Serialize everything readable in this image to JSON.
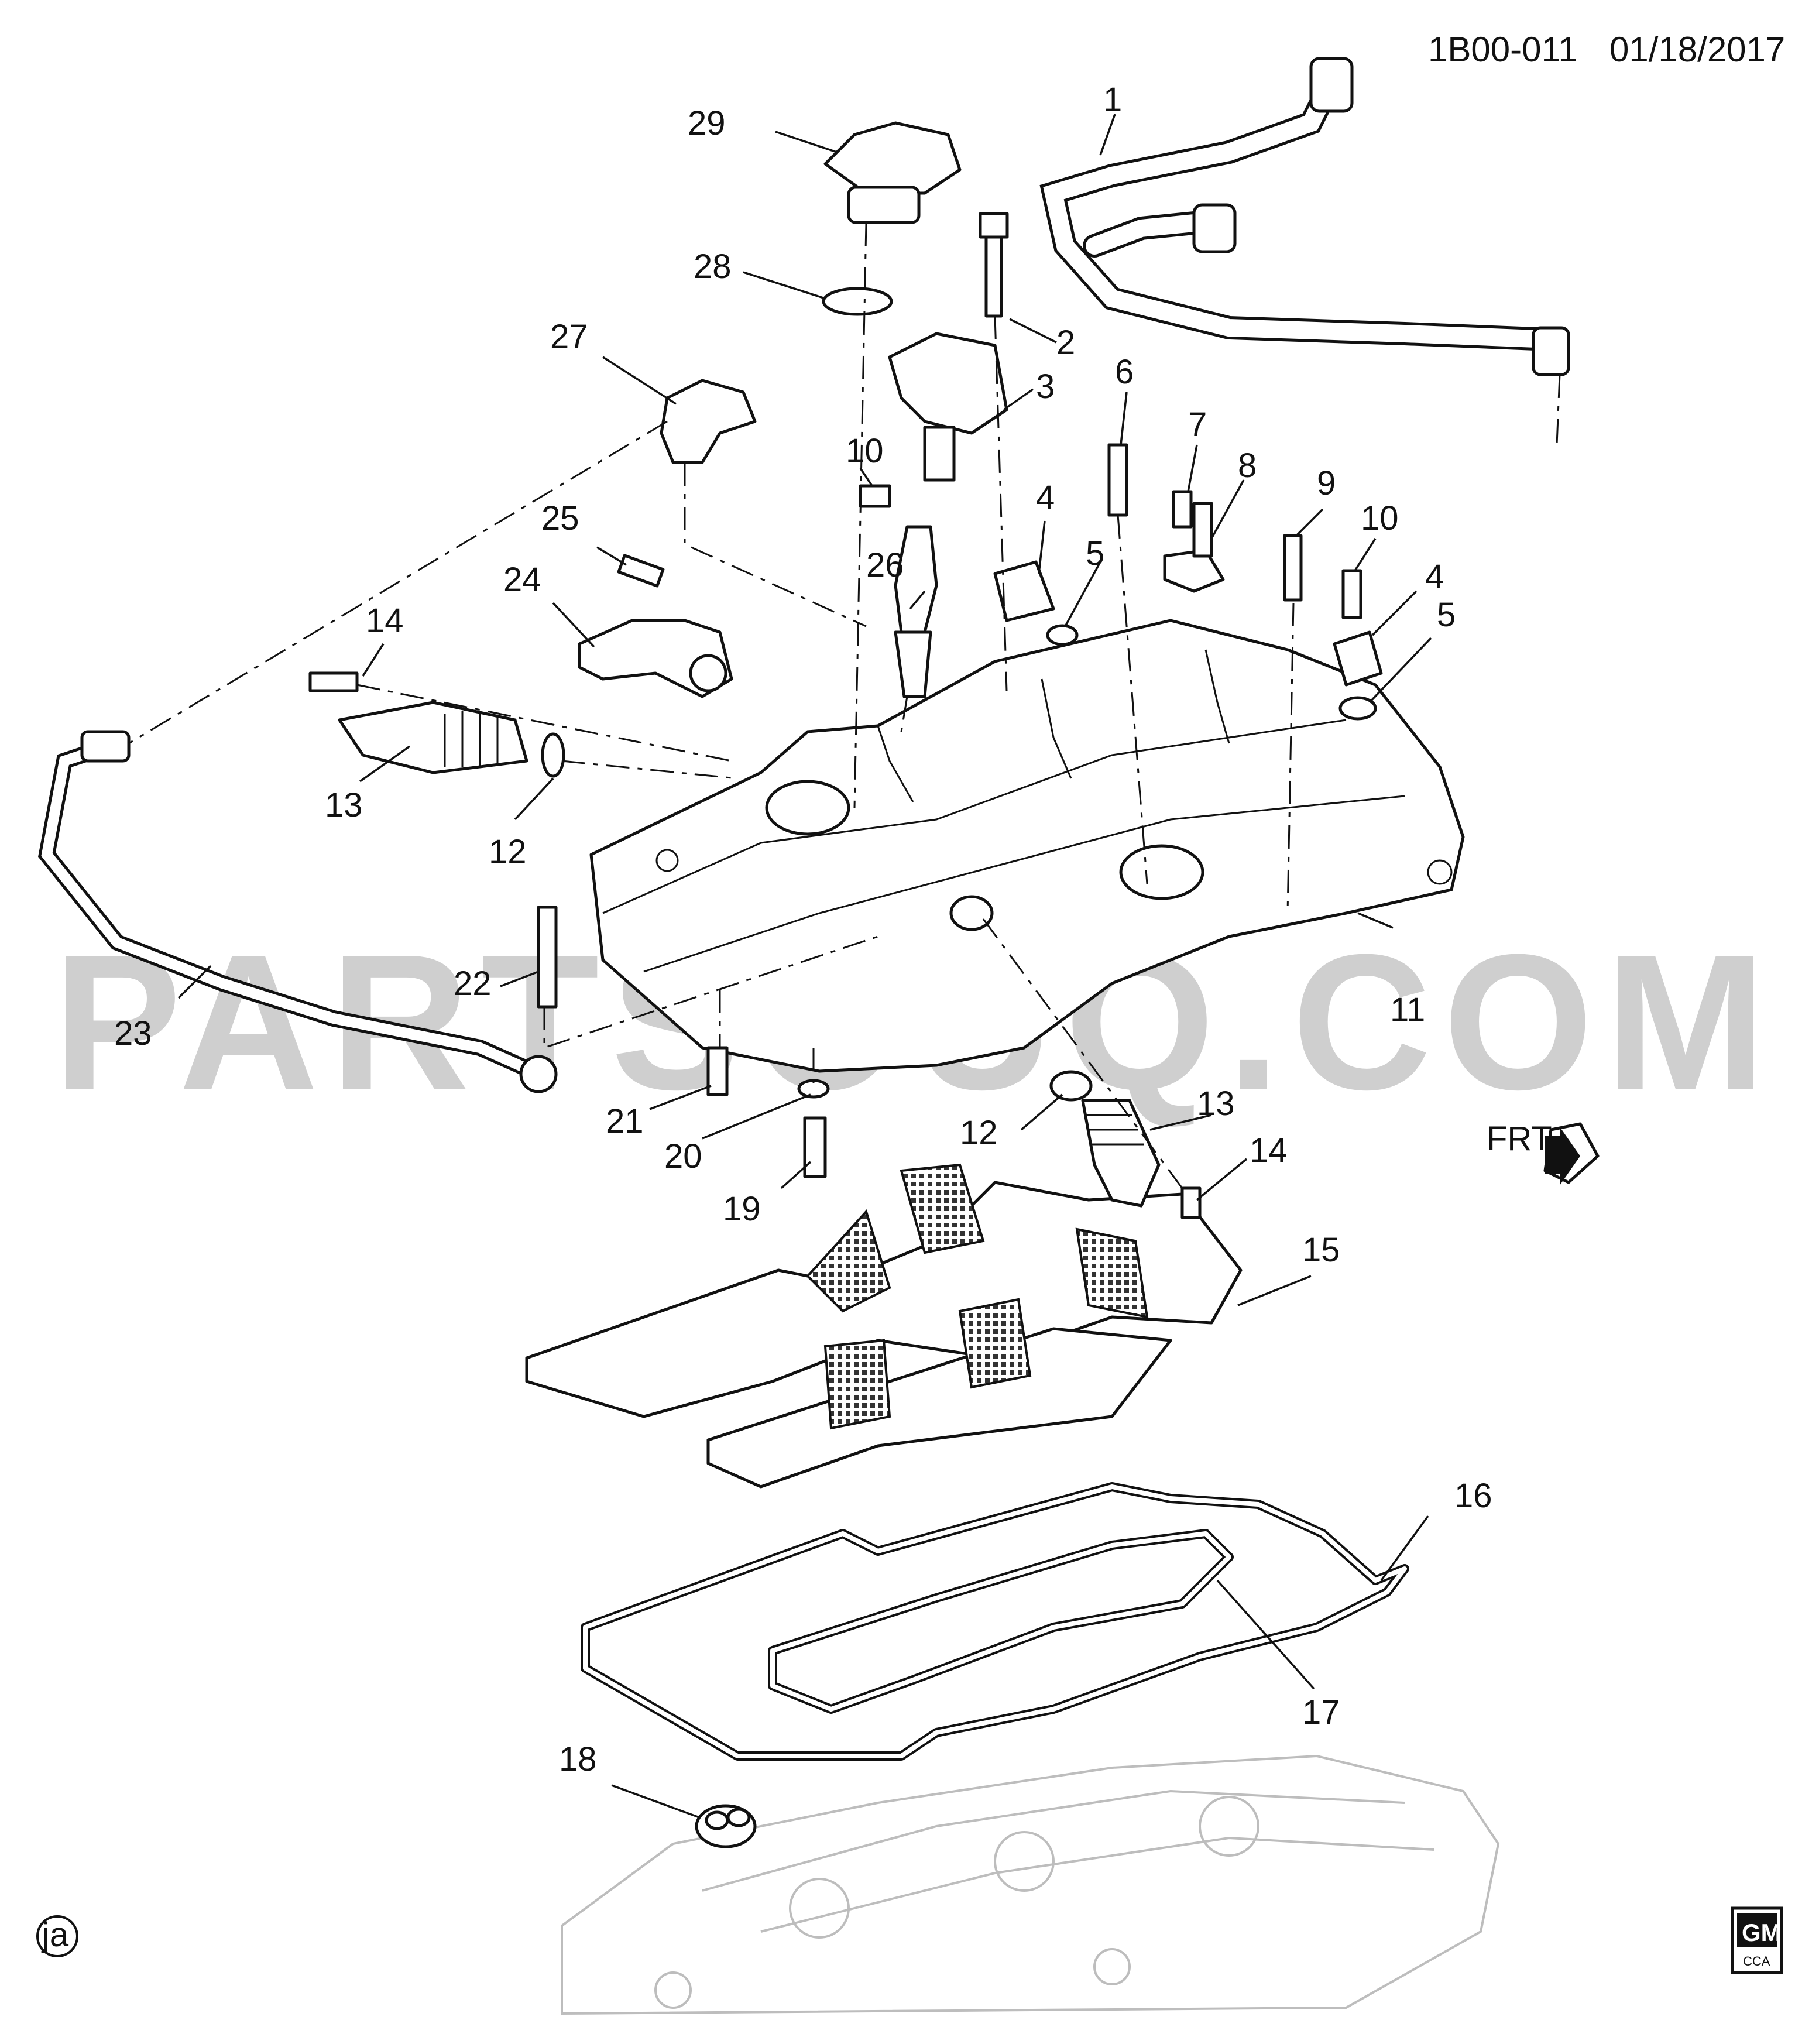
{
  "header": {
    "diagram_id": "1B00-011",
    "date": "01/18/2017"
  },
  "watermark": "PARTSOUQ.COM",
  "front_marker": "FRT",
  "corner_mark": "ja",
  "logo": {
    "text": "GM",
    "subtext": "CCA"
  },
  "callouts": [
    {
      "id": "c1",
      "text": "1"
    },
    {
      "id": "c2",
      "text": "2"
    },
    {
      "id": "c3",
      "text": "3"
    },
    {
      "id": "c4a",
      "text": "4"
    },
    {
      "id": "c4b",
      "text": "4"
    },
    {
      "id": "c5a",
      "text": "5"
    },
    {
      "id": "c5b",
      "text": "5"
    },
    {
      "id": "c6",
      "text": "6"
    },
    {
      "id": "c7",
      "text": "7"
    },
    {
      "id": "c8",
      "text": "8"
    },
    {
      "id": "c9",
      "text": "9"
    },
    {
      "id": "c10a",
      "text": "10"
    },
    {
      "id": "c10b",
      "text": "10"
    },
    {
      "id": "c11",
      "text": "11"
    },
    {
      "id": "c12a",
      "text": "12"
    },
    {
      "id": "c12b",
      "text": "12"
    },
    {
      "id": "c13a",
      "text": "13"
    },
    {
      "id": "c13b",
      "text": "13"
    },
    {
      "id": "c14a",
      "text": "14"
    },
    {
      "id": "c14b",
      "text": "14"
    },
    {
      "id": "c15",
      "text": "15"
    },
    {
      "id": "c16",
      "text": "16"
    },
    {
      "id": "c17",
      "text": "17"
    },
    {
      "id": "c18",
      "text": "18"
    },
    {
      "id": "c19",
      "text": "19"
    },
    {
      "id": "c20",
      "text": "20"
    },
    {
      "id": "c21",
      "text": "21"
    },
    {
      "id": "c22",
      "text": "22"
    },
    {
      "id": "c23",
      "text": "23"
    },
    {
      "id": "c24",
      "text": "24"
    },
    {
      "id": "c25",
      "text": "25"
    },
    {
      "id": "c26",
      "text": "26"
    },
    {
      "id": "c27",
      "text": "27"
    },
    {
      "id": "c28",
      "text": "28"
    },
    {
      "id": "c29",
      "text": "29"
    }
  ]
}
